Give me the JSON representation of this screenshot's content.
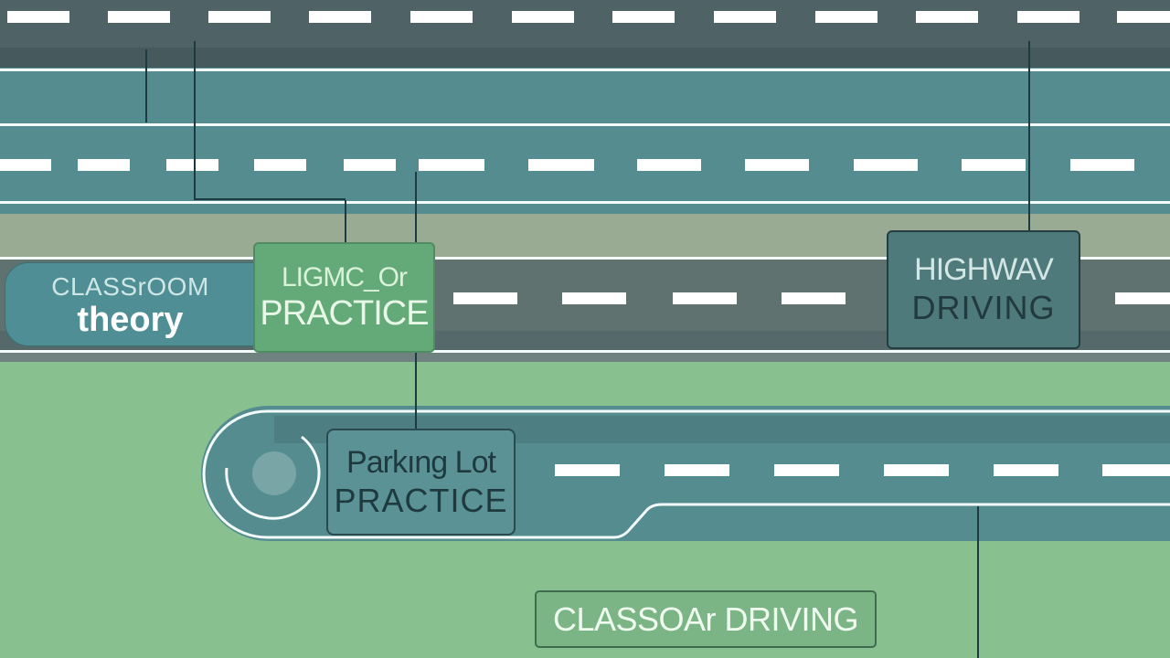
{
  "scene": {
    "type": "driving-lessons-roadmap-illustration",
    "colors": {
      "top_road": "#4f6266",
      "teal_road": "#548c90",
      "beige_strip": "#9aab94",
      "grey_road": "#5f7270",
      "grass": "#89c08f",
      "lane_marking": "#ffffff",
      "connector_line": "#1d3a40"
    }
  },
  "signs": {
    "classroom": {
      "line1": "CLASSrOOM",
      "line2": "theory"
    },
    "lighting": {
      "line1": "LIGMC_Or",
      "line2": "PRACTICE"
    },
    "highway": {
      "line1": "HIGHWAV",
      "line2": "DRIVING"
    },
    "parking": {
      "line1": "Parkıng Lot",
      "line2": "PRACTICE"
    },
    "bottom": {
      "line1": "CLASSOAr DRIVING"
    }
  }
}
